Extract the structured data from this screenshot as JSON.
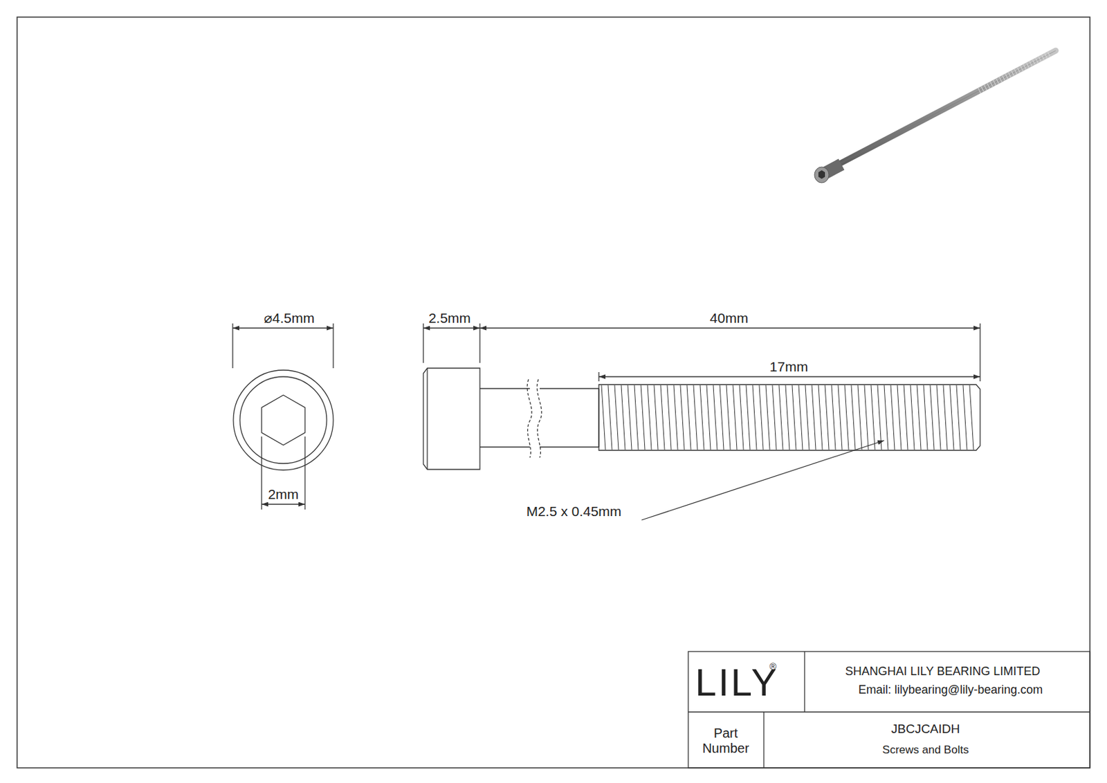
{
  "diagram": {
    "labels": [
      "⌀4.5mm",
      "2mm",
      "2.5mm",
      "40mm",
      "17mm",
      "M2.5 x 0.45mm",
      "LILY",
      "®",
      "SHANGHAI LILY BEARING LIMITED",
      "Email: lilybearing@lily-bearing.com",
      "Part Number",
      "JBCJCAIDH",
      "Screws and Bolts"
    ]
  }
}
